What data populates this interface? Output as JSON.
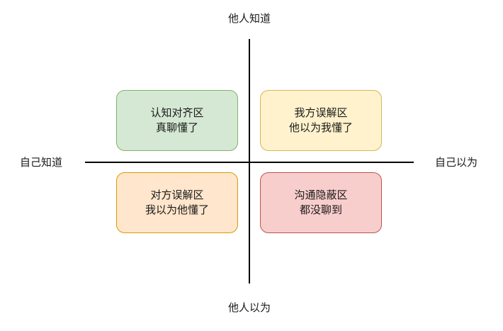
{
  "axes": {
    "top": "他人知道",
    "bottom": "他人以为",
    "left": "自己知道",
    "right": "自己以为"
  },
  "quadrants": {
    "top_left": {
      "line1": "认知对齐区",
      "line2": "真聊懂了",
      "fill": "#d5e8d4",
      "stroke": "#82b366"
    },
    "top_right": {
      "line1": "我方误解区",
      "line2": "他以为我懂了",
      "fill": "#fff2cc",
      "stroke": "#d6b656"
    },
    "bottom_left": {
      "line1": "对方误解区",
      "line2": "我以为他懂了",
      "fill": "#ffe6cc",
      "stroke": "#d79b00"
    },
    "bottom_right": {
      "line1": "沟通隐蔽区",
      "line2": "都没聊到",
      "fill": "#f8cecc",
      "stroke": "#b85450"
    }
  }
}
